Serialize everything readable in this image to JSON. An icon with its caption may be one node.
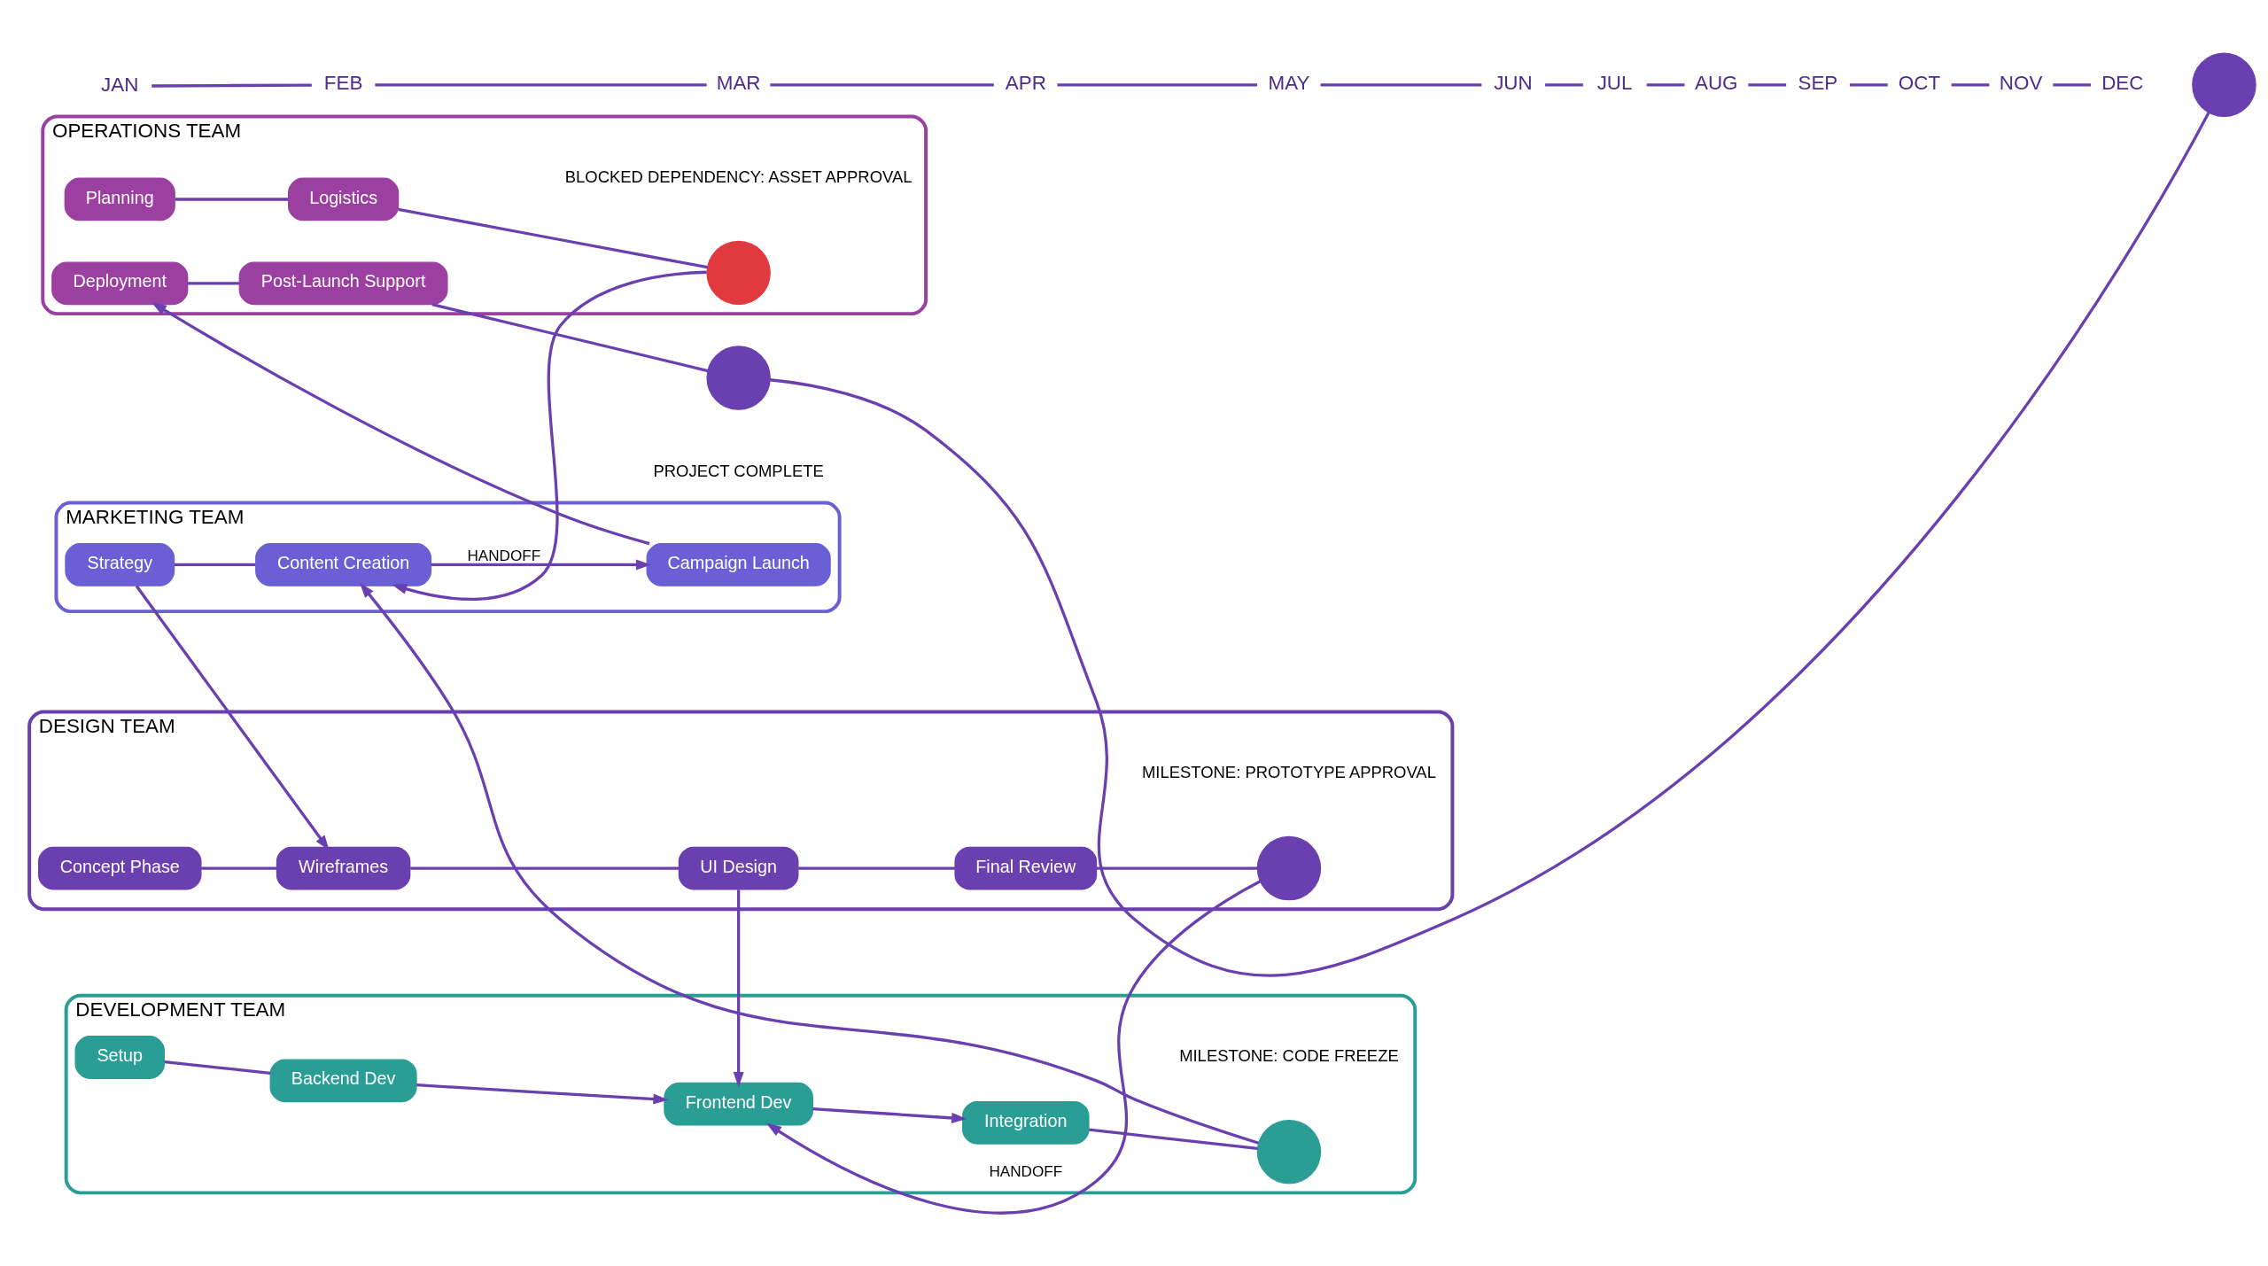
{
  "diagram": {
    "nodes": [
      {
        "text": [
          "DESIGN TEAM"
        ]
      },
      {
        "text": [
          "Concept Phase"
        ],
        "in": 0
      },
      {
        "text": [
          "Wireframes"
        ],
        "in": 0
      },
      {
        "text": [
          "UI Design"
        ],
        "in": 0
      },
      {
        "text": [
          "Final Review"
        ],
        "in": 0
      },
      {
        "text": [],
        "shape": "circle",
        "in": 0,
        "beside": [
          "MILESTONE: PROTOTYPE APPROVAL"
        ]
      },
      {
        "text": [
          "DEVELOPMENT TEAM"
        ]
      },
      {
        "text": [
          "Setup"
        ],
        "in": 6
      },
      {
        "text": [
          "Backend Dev"
        ],
        "in": 6
      },
      {
        "text": [
          "Frontend Dev"
        ],
        "in": 6
      },
      {
        "text": [
          "Integration"
        ],
        "in": 6
      },
      {
        "text": [],
        "shape": "circle",
        "in": 6,
        "beside": [
          "MILESTONE: CODE FREEZE"
        ]
      },
      {
        "text": [
          "MARKETING TEAM"
        ]
      },
      {
        "text": [
          "Strategy"
        ],
        "in": 12
      },
      {
        "text": [
          "Content Creation"
        ],
        "in": 12
      },
      {
        "text": [
          "Campaign Launch"
        ],
        "in": 12
      },
      {
        "text": [
          "OPERATIONS TEAM"
        ]
      },
      {
        "text": [
          "Planning"
        ],
        "in": 16
      },
      {
        "text": [
          "Logistics"
        ],
        "in": 16
      },
      {
        "text": [],
        "shape": "circle",
        "in": 16,
        "beside": [
          "BLOCKED DEPENDENCY: ASSET APPROVAL"
        ]
      },
      {
        "text": [
          "Deployment"
        ],
        "in": 16
      },
      {
        "text": [
          "Post-Launch Support"
        ],
        "in": 16
      },
      {
        "text": [],
        "shape": "circle",
        "beside": [
          "PROJECT COMPLETE"
        ]
      },
      {
        "text": [],
        "shape": "circle"
      }
    ],
    "edges": [
      {
        "from": 1,
        "to": 2,
        "arrow": "none"
      },
      {
        "from": 2,
        "to": 3,
        "arrow": "none"
      },
      {
        "from": 3,
        "to": 4,
        "arrow": "none"
      },
      {
        "from": 4,
        "to": 5,
        "arrow": "none"
      },
      {
        "from": 5,
        "to": 9,
        "arrow": "to",
        "label": "HANDOFF"
      },
      {
        "from": 3,
        "to": 9,
        "arrow": "to"
      },
      {
        "from": 7,
        "to": 8,
        "arrow": "none"
      },
      {
        "from": 8,
        "to": 9,
        "arrow": "to"
      },
      {
        "from": 9,
        "to": 10,
        "arrow": "to"
      },
      {
        "from": 10,
        "to": 11,
        "arrow": "none"
      },
      {
        "from": 11,
        "to": 14,
        "arrow": "to"
      },
      {
        "from": 13,
        "to": 2,
        "arrow": "to"
      },
      {
        "from": 13,
        "to": 14,
        "arrow": "none"
      },
      {
        "from": 14,
        "to": 15,
        "arrow": "to",
        "label": "HANDOFF"
      },
      {
        "from": 15,
        "to": 20,
        "arrow": "to"
      },
      {
        "from": 17,
        "to": 18,
        "arrow": "none"
      },
      {
        "from": 18,
        "to": 19,
        "arrow": "none"
      },
      {
        "from": 19,
        "to": 14,
        "arrow": "to"
      },
      {
        "from": 20,
        "to": 21,
        "arrow": "none"
      },
      {
        "from": 21,
        "to": 22,
        "arrow": "none"
      },
      {
        "from": 23,
        "to": 22,
        "arrow": "none"
      }
    ],
    "labels": [
      "JAN",
      "FEB",
      "MAR",
      "APR",
      "MAY",
      "JUN",
      "JUL",
      "AUG",
      "SEP",
      "OCT",
      "NOV",
      "DEC"
    ]
  }
}
